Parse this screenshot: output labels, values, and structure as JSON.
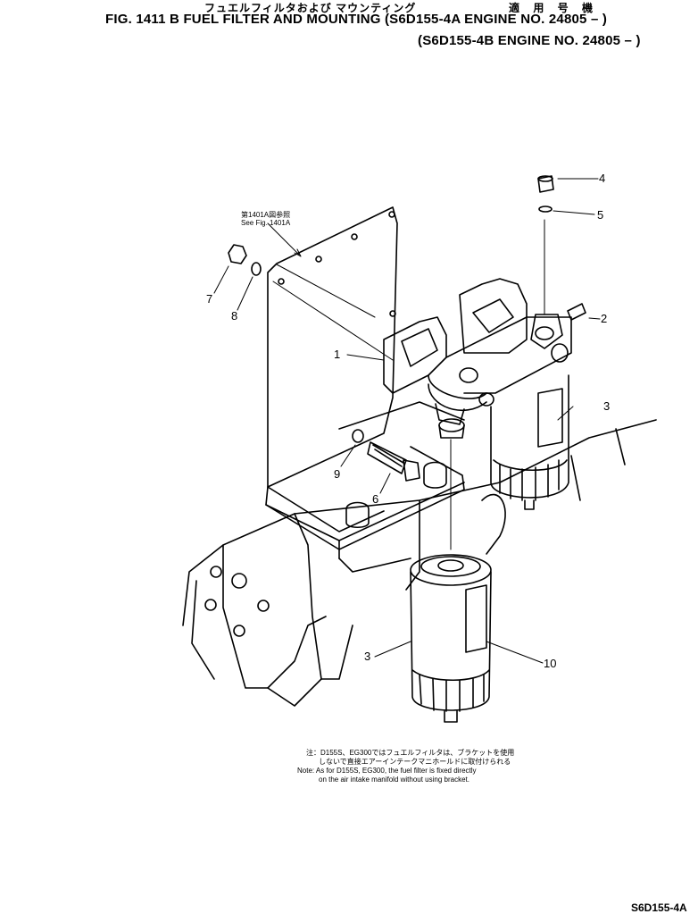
{
  "header": {
    "title_jp": "フュエルフィルタおよび マウンティング",
    "applicable_jp": "適 用 号 機",
    "line1": "FIG. 1411 B  FUEL FILTER AND MOUNTING (S6D155-4A  ENGINE NO. 24805 – )",
    "line2": "(S6D155-4B  ENGINE NO. 24805 – )"
  },
  "reference": {
    "jp": "第1401A図参照",
    "en": "See Fig. 1401A"
  },
  "callouts": {
    "c1": "1",
    "c2": "2",
    "c3a": "3",
    "c3b": "3",
    "c4": "4",
    "c5": "5",
    "c6": "6",
    "c7": "7",
    "c8": "8",
    "c9": "9",
    "c10": "10"
  },
  "note": {
    "jp1": "注：D155S、EG300ではフュエルフィルタは、ブラケットを使用",
    "jp2": "しないで直接エアーインテークマニホールドに取付けられる",
    "en1": "Note: As for D155S, EG300, the fuel filter is fixed directly",
    "en2": "on the air intake manifold without using bracket."
  },
  "footer": {
    "code": "S6D155-4A"
  }
}
